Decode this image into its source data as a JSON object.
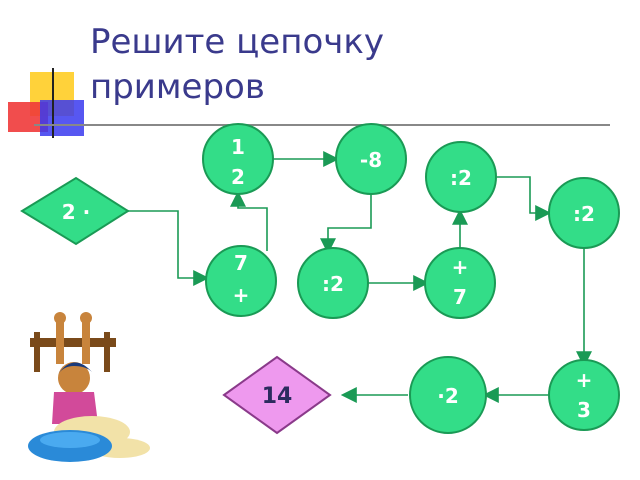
{
  "slide": {
    "title_line1": "Решите цепочку",
    "title_line2": "примеров"
  },
  "chain": {
    "start": "2 ·",
    "n_12_line1": "1",
    "n_12_line2": "2",
    "n_minus8": "-8",
    "n_div2_a": ":2",
    "n_div2_b": ":2",
    "n_7plus_line1": "7",
    "n_7plus_line2": "+",
    "n_div2_c": ":2",
    "n_plus7_line1": "+",
    "n_plus7_line2": "7",
    "n_plus3_line1": "+",
    "n_plus3_line2": "3",
    "n_times2": "·2",
    "answer": "14"
  },
  "colors": {
    "node_fill": "#33dd88",
    "node_stroke": "#1a9a55",
    "answer_fill": "#ee99ee",
    "answer_stroke": "#8a3a8a",
    "arrow": "#1a9a55",
    "title": "#3a3a8c"
  }
}
